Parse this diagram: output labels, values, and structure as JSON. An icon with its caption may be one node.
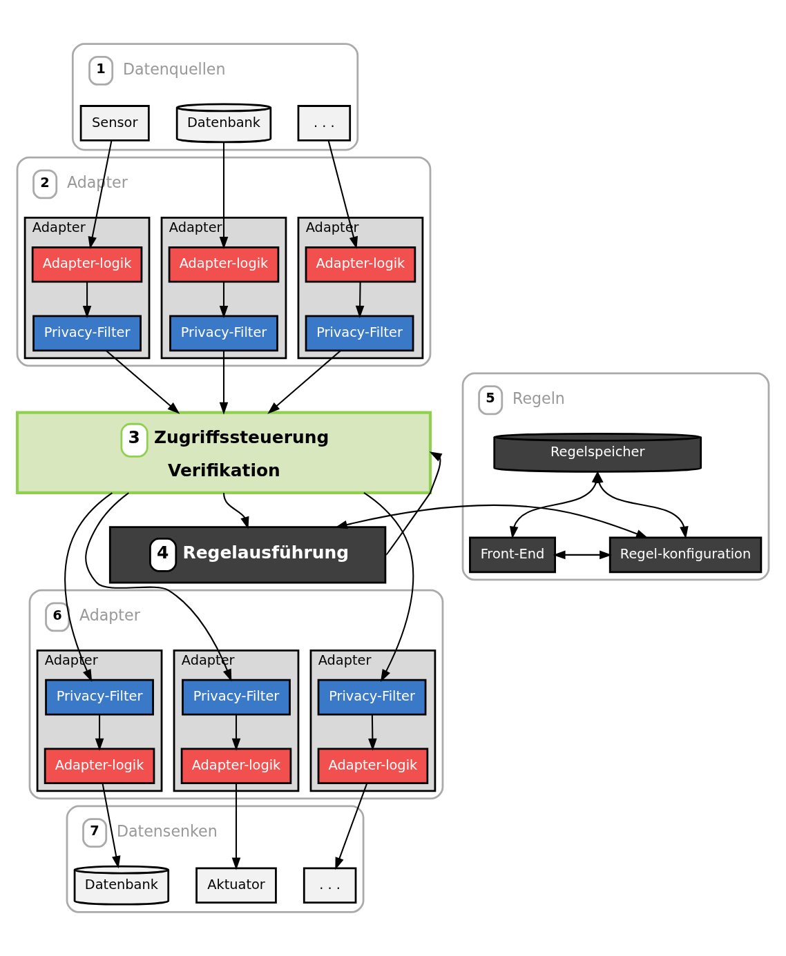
{
  "diagram": {
    "nodes": [
      {
        "text": [
          "1",
          "Datenquellen"
        ]
      },
      {
        "text": [
          "Sensor"
        ],
        "in": 0
      },
      {
        "text": [
          "Datenbank"
        ],
        "in": 0
      },
      {
        "text": [
          ". . ."
        ],
        "in": 0
      },
      {
        "text": [
          "2",
          "Adapter"
        ]
      },
      {
        "text": [
          "Adapter"
        ],
        "in": 4
      },
      {
        "text": [
          "Adapter-logik"
        ],
        "in": 5
      },
      {
        "text": [
          "Privacy-Filter"
        ],
        "in": 5
      },
      {
        "text": [
          "Adapter"
        ],
        "in": 4
      },
      {
        "text": [
          "Adapter-logik"
        ],
        "in": 8
      },
      {
        "text": [
          "Privacy-Filter"
        ],
        "in": 8
      },
      {
        "text": [
          "Adapter"
        ],
        "in": 4
      },
      {
        "text": [
          "Adapter-logik"
        ],
        "in": 11
      },
      {
        "text": [
          "Privacy-Filter"
        ],
        "in": 11
      },
      {
        "text": [
          "5",
          "Regeln"
        ]
      },
      {
        "text": [
          "Regelspeicher"
        ],
        "in": 14
      },
      {
        "text": [
          "Front-End"
        ],
        "in": 14
      },
      {
        "text": [
          "Regel-konfiguration"
        ],
        "in": 14
      },
      {
        "text": [
          "3",
          "Zugriffssteuerung",
          "Verifikation"
        ]
      },
      {
        "text": [
          "4",
          "Regelausführung"
        ]
      },
      {
        "text": [
          "6",
          "Adapter"
        ]
      },
      {
        "text": [
          "Adapter"
        ],
        "in": 20
      },
      {
        "text": [
          "Privacy-Filter"
        ],
        "in": 21
      },
      {
        "text": [
          "Adapter-logik"
        ],
        "in": 21
      },
      {
        "text": [
          "Adapter"
        ],
        "in": 20
      },
      {
        "text": [
          "Privacy-Filter"
        ],
        "in": 24
      },
      {
        "text": [
          "Adapter-logik"
        ],
        "in": 24
      },
      {
        "text": [
          "Adapter"
        ],
        "in": 20
      },
      {
        "text": [
          "Privacy-Filter"
        ],
        "in": 27
      },
      {
        "text": [
          "Adapter-logik"
        ],
        "in": 27
      },
      {
        "text": [
          "7",
          "Datensenken"
        ]
      },
      {
        "text": [
          "Datenbank"
        ],
        "in": 30
      },
      {
        "text": [
          "Aktuator"
        ],
        "in": 30
      },
      {
        "text": [
          ". . ."
        ],
        "in": 30
      }
    ],
    "edges": [
      {
        "from": 1,
        "to": 6,
        "arrow": "to"
      },
      {
        "from": 6,
        "to": 7,
        "arrow": "to"
      },
      {
        "from": 7,
        "to": 18,
        "arrow": "to"
      },
      {
        "from": 2,
        "to": 9,
        "arrow": "to"
      },
      {
        "from": 9,
        "to": 10,
        "arrow": "to"
      },
      {
        "from": 10,
        "to": 18,
        "arrow": "to"
      },
      {
        "from": 3,
        "to": 12,
        "arrow": "to"
      },
      {
        "from": 12,
        "to": 13,
        "arrow": "to"
      },
      {
        "from": 13,
        "to": 18,
        "arrow": "to"
      },
      {
        "from": 15,
        "to": 16,
        "arrow": "both"
      },
      {
        "from": 15,
        "to": 17,
        "arrow": "both"
      },
      {
        "from": 16,
        "to": 17,
        "arrow": "both"
      },
      {
        "from": 17,
        "to": 19,
        "arrow": "both"
      },
      {
        "from": 18,
        "to": 19,
        "arrow": "to"
      },
      {
        "from": 19,
        "to": 18,
        "arrow": "to"
      },
      {
        "from": 18,
        "to": 22,
        "arrow": "to"
      },
      {
        "from": 22,
        "to": 23,
        "arrow": "to"
      },
      {
        "from": 23,
        "to": 31,
        "arrow": "to"
      },
      {
        "from": 18,
        "to": 25,
        "arrow": "to"
      },
      {
        "from": 25,
        "to": 26,
        "arrow": "to"
      },
      {
        "from": 26,
        "to": 32,
        "arrow": "to"
      },
      {
        "from": 18,
        "to": 28,
        "arrow": "to"
      },
      {
        "from": 28,
        "to": 29,
        "arrow": "to"
      },
      {
        "from": 29,
        "to": 33,
        "arrow": "to"
      }
    ]
  }
}
